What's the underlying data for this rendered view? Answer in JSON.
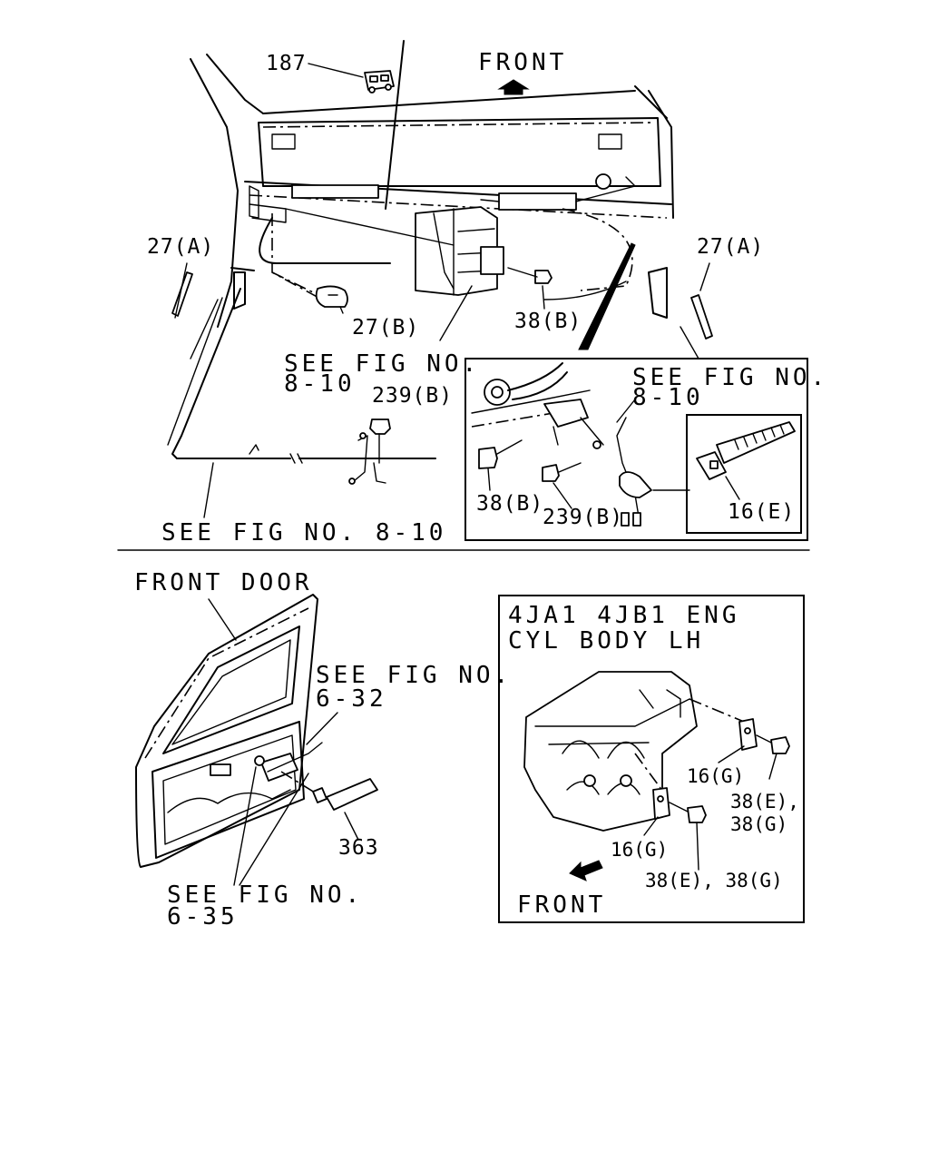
{
  "labels": {
    "part_187": "187",
    "front_top": "FRONT",
    "part_27a_left": "27(A)",
    "part_27a_right": "27(A)",
    "part_27b": "27(B)",
    "part_38b_top": "38(B)",
    "see_fig_left_line1": "SEE FIG NO.",
    "see_fig_left_line2": "8-10",
    "part_239b_top": "239(B)",
    "see_fig_bottom": "SEE FIG NO. 8-10",
    "inset_see_fig_line1": "SEE FIG NO.",
    "inset_see_fig_line2": "8-10",
    "inset_38b": "38(B)",
    "inset_239b": "239(B)",
    "inset_16e": "16(E)",
    "front_door": "FRONT DOOR",
    "see_fig_632_line1": "SEE FIG NO.",
    "see_fig_632_line2": "6-32",
    "part_363": "363",
    "see_fig_635_line1": "SEE FIG NO.",
    "see_fig_635_line2": "6-35",
    "eng_title_line1": "4JA1 4JB1 ENG",
    "eng_title_line2": "CYL BODY LH",
    "eng_16g_upper": "16(G)",
    "eng_38eg_upper_line1": "38(E),",
    "eng_38eg_upper_line2": "38(G)",
    "eng_16g_lower": "16(G)",
    "eng_38eg_lower": "38(E), 38(G)",
    "eng_front": "FRONT"
  }
}
